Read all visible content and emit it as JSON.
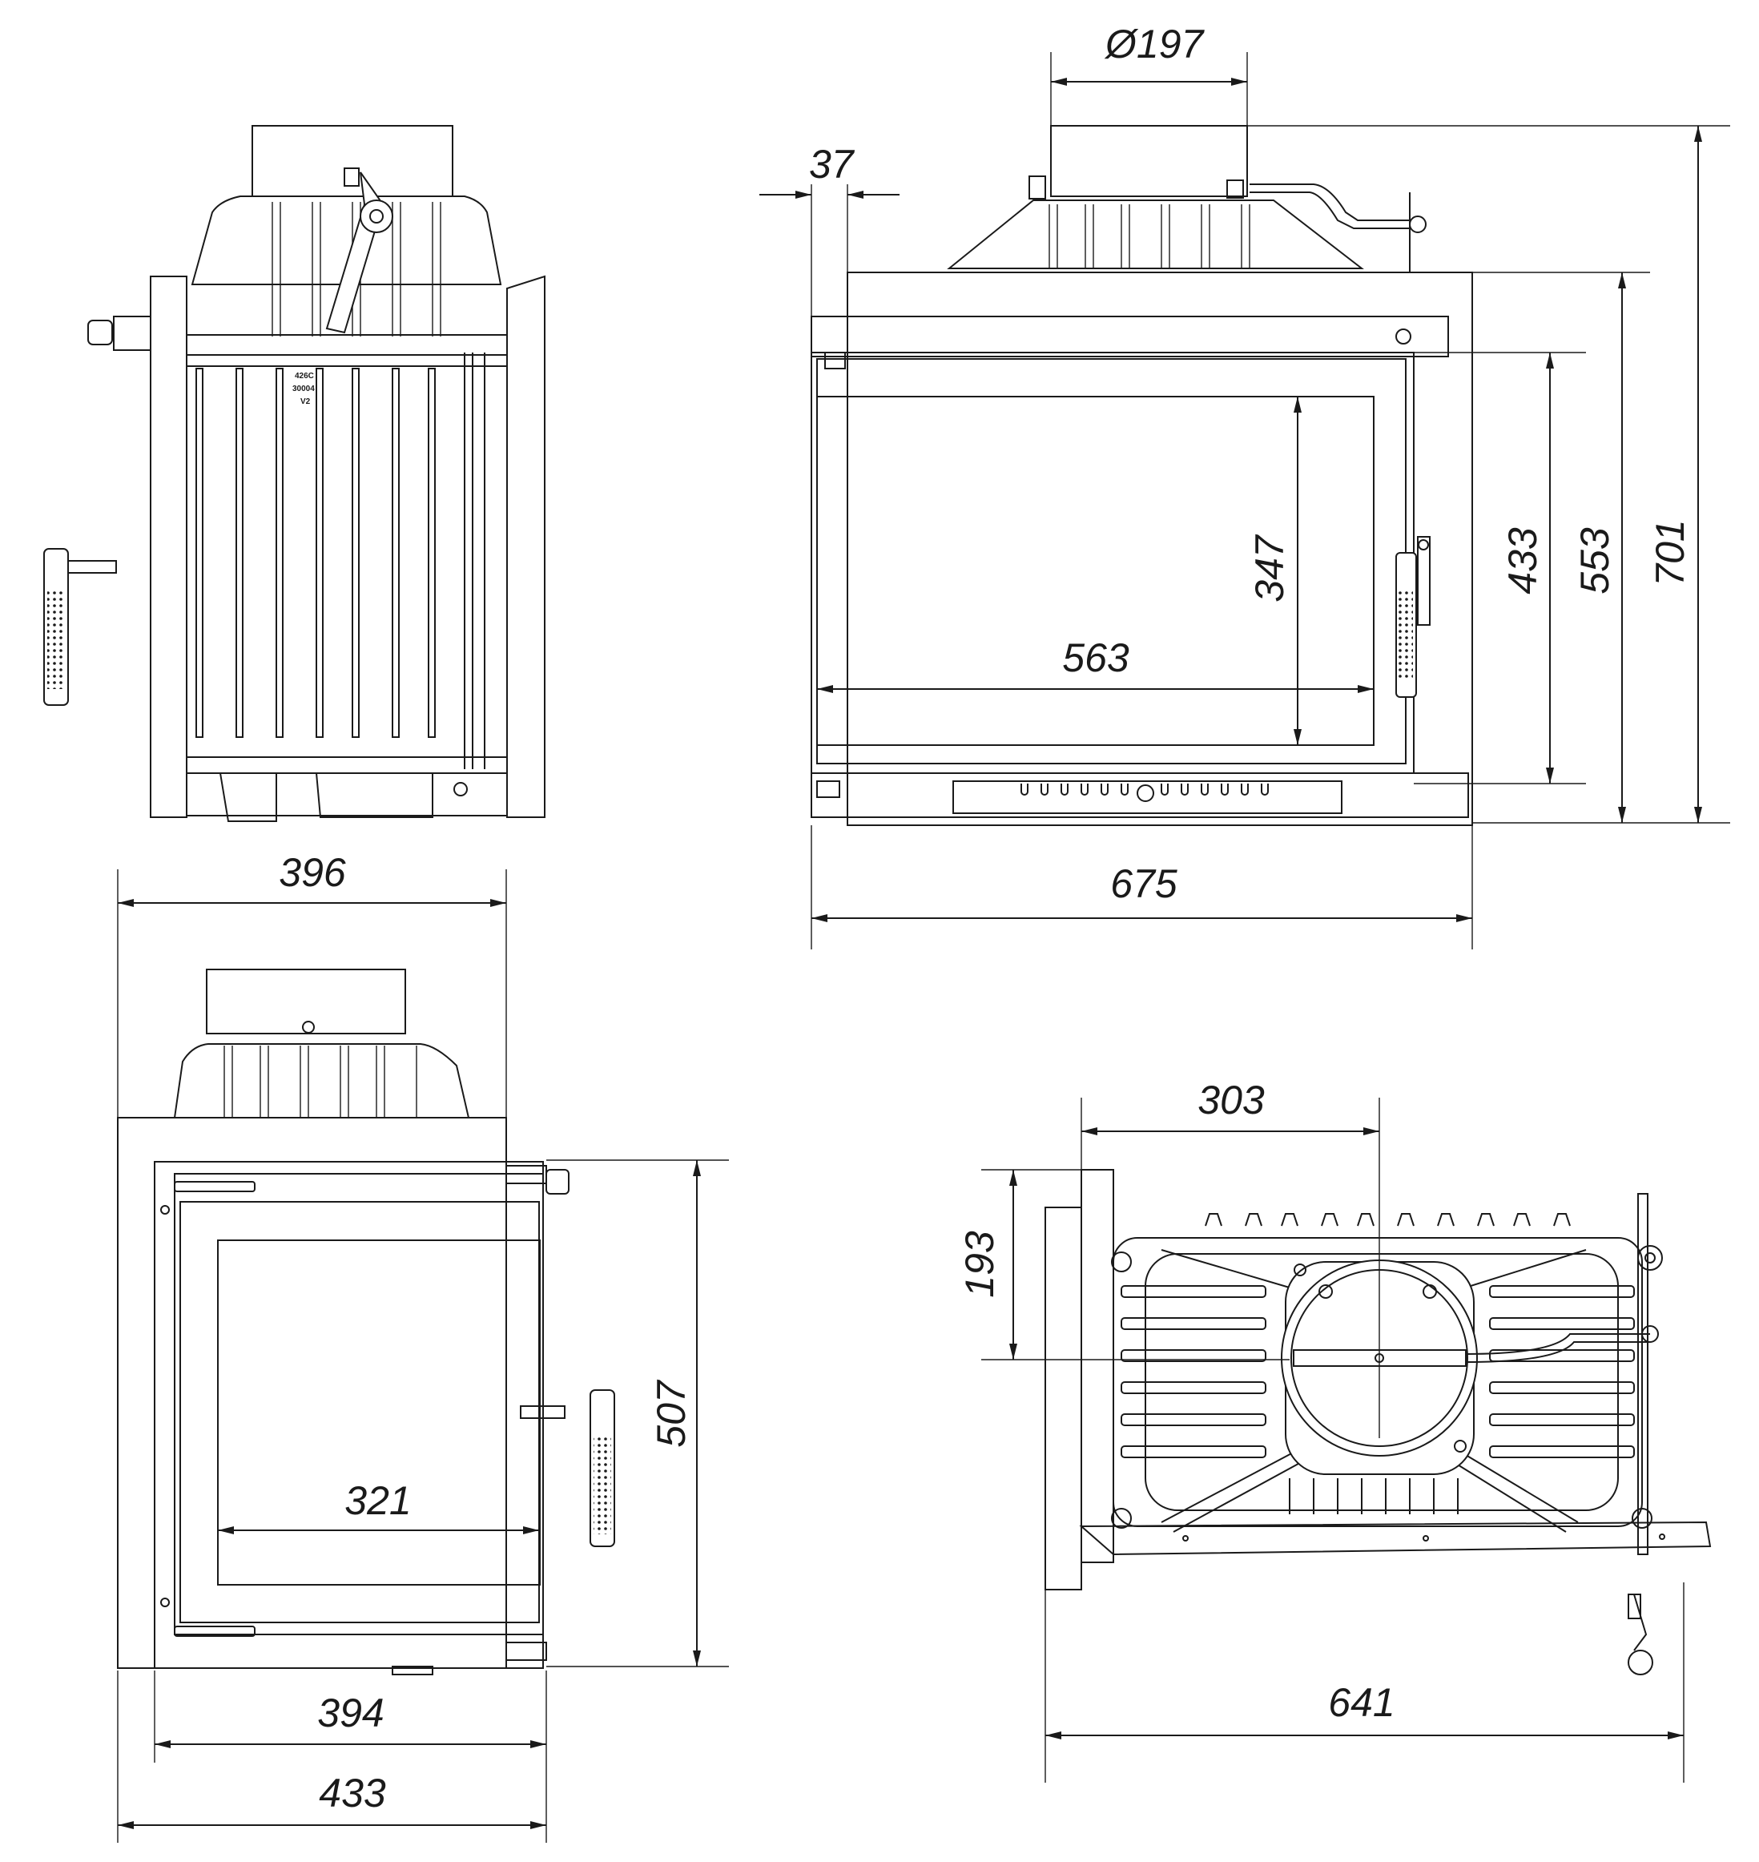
{
  "dimensions": {
    "flue_diameter": "Ø197",
    "side_offset": "37",
    "glass_height": "347",
    "glass_width": "563",
    "door_height": "433",
    "body_height": "553",
    "total_height": "701",
    "total_width_front": "675",
    "side_width": "396",
    "depth_321": "321",
    "side_height": "507",
    "depth_394": "394",
    "depth_433": "433",
    "top_offset": "303",
    "top_depth": "193",
    "top_width": "641"
  },
  "label_plate": [
    "426C",
    "30004",
    "V2"
  ],
  "colors": {
    "line": "#1a1a1a",
    "background": "#ffffff"
  }
}
